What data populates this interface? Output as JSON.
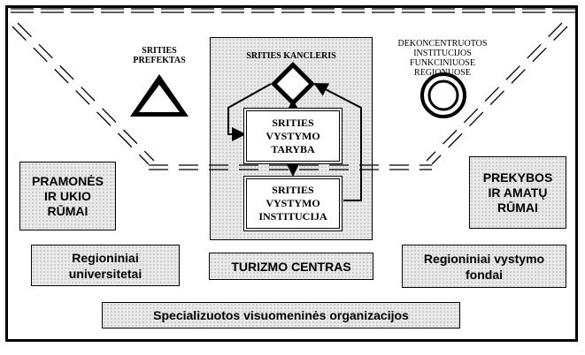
{
  "labels": {
    "prefektas": "SRITIES\nPREFEKTAS",
    "kancleris": "SRITIES KANCLERIS",
    "dekoncentruotos": "DEKONCENTRUOTOS\nINSTITUCIJOS\nFUNKCINIUOSE REGIONUOSE"
  },
  "boxes": {
    "taryba": "SRITIES\nVYSTYMO\nTARYBA",
    "institucija": "SRITIES\nVYSTYMO\nINSTITUCIJA",
    "pramones": "PRAMONĖS\nIR UKIO\nRŪMAI",
    "prekybos": "PREKYBOS\nIR AMATŲ\nRŪMAI",
    "universitetai": "Regioniniai\nuniversitetai",
    "turizmo": "TURIZMO CENTRAS",
    "fondai": "Regioniniai vystymo\nfondai",
    "specializuotos": "Specializuotos visuomeninės organizacijos"
  }
}
